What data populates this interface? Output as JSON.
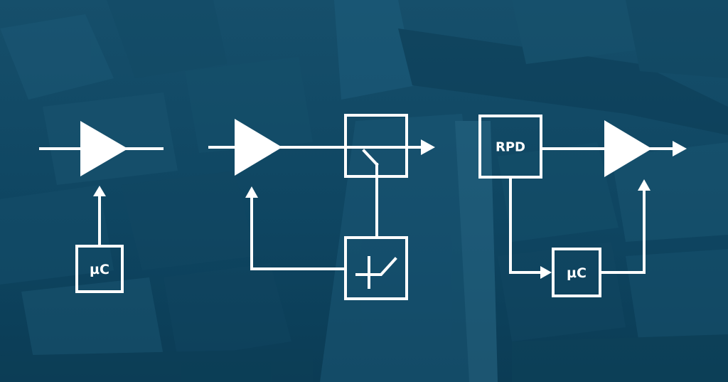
{
  "colors": {
    "background": "#0f4a66",
    "foreground": "#ffffff"
  },
  "blocks": {
    "microcontroller_1": {
      "label": "µC"
    },
    "rpd": {
      "label": "RPD"
    },
    "microcontroller_2": {
      "label": "µC"
    }
  },
  "icons": {
    "amplifier": "triangle-amplifier-icon",
    "switch": "switch-contact-icon",
    "threshold": "threshold-curve-icon",
    "arrow": "arrow-head-icon"
  }
}
